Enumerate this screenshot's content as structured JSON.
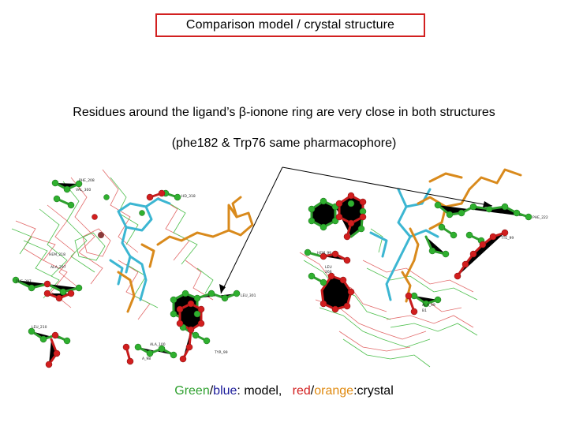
{
  "title": "Comparison model / crystal structure",
  "statement": {
    "prefix": "Residues around the ligand’s ",
    "beta": "β",
    "suffix": "-ionone ring are very close in both structures"
  },
  "note": "(phe182 & Trp76 same pharmacophore)",
  "legend": {
    "green": "Green",
    "sep1": "/",
    "blue": "blue",
    "model": ": model,   ",
    "red": "red",
    "sep2": "/",
    "orange": "orange",
    "crystal": ":crystal"
  },
  "colors": {
    "green": "#2fa02f",
    "blue": "#1a1a9a",
    "red": "#d21e1e",
    "orange": "#e08a10",
    "cyan": "#3cb6d2",
    "frame": "#d22020"
  }
}
